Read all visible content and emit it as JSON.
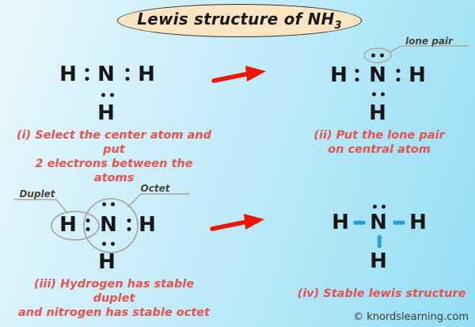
{
  "title": {
    "text": "Lewis structure of NH",
    "subscript": "3"
  },
  "atoms": {
    "hydrogen": "H",
    "nitrogen": "N"
  },
  "annotations": {
    "lone_pair": "lone pair",
    "duplet": "Duplet",
    "octet": "Octet"
  },
  "captions": {
    "step1_line1": "(i) Select the center atom and put",
    "step1_line2": "2 electrons between the atoms",
    "step2_line1": "(ii) Put the lone pair",
    "step2_line2": "on central atom",
    "step3_line1": "(iii) Hydrogen has stable duplet",
    "step3_line2": "and nitrogen has stable octet",
    "step4": "(iv) Stable lewis structure"
  },
  "footer": {
    "copyright": "© knordslearning.com"
  },
  "colors": {
    "background_light": "#eaf7fd",
    "background_deep": "#95def5",
    "title_ellipse_fill": "#fbe5c2",
    "title_ellipse_border": "#2f2f2f",
    "caption_red": "#e8514e",
    "arrow_red": "#ef1405",
    "bond_blue": "#2a9ed8",
    "annotation_gray": "#a9a9a0",
    "annotation_label": "#45443a",
    "atom_black": "#161616"
  }
}
